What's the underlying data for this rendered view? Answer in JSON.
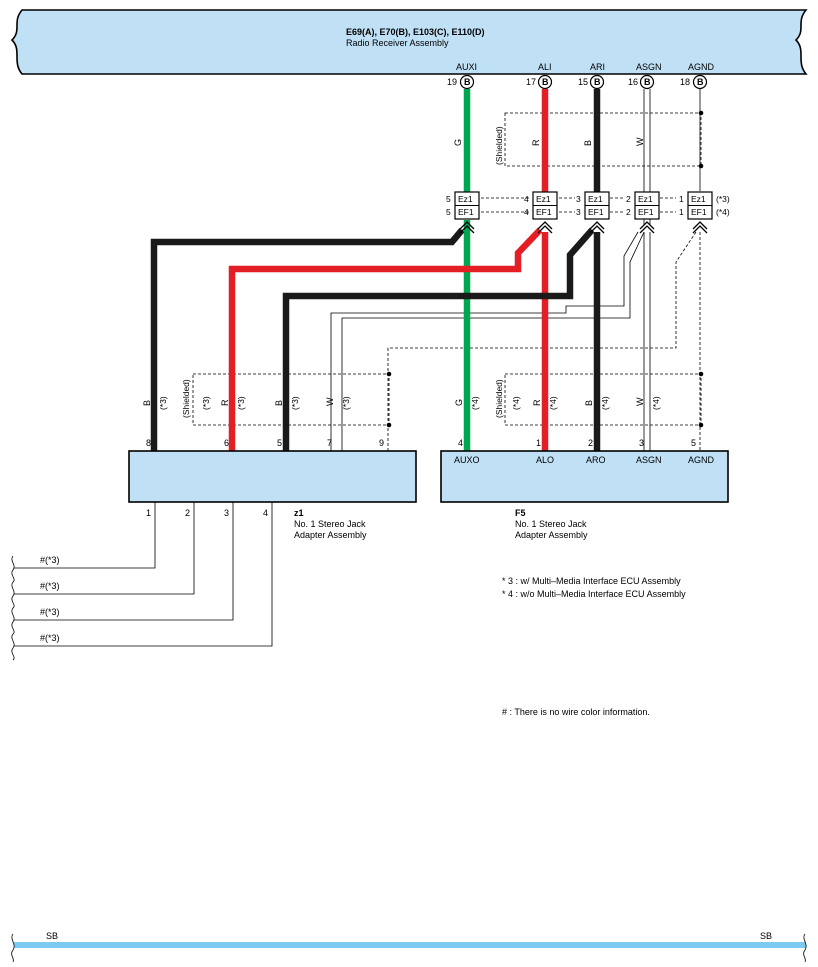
{
  "title": "E69(A), E70(B), E103(C), E110(D)",
  "subtitle": "Radio Receiver Assembly",
  "radio_pins": [
    {
      "name": "AUXI",
      "num": "19",
      "conn": "B"
    },
    {
      "name": "ALI",
      "num": "17",
      "conn": "B"
    },
    {
      "name": "ARI",
      "num": "15",
      "conn": "B"
    },
    {
      "name": "ASGN",
      "num": "16",
      "conn": "B"
    },
    {
      "name": "AGND",
      "num": "18",
      "conn": "B"
    }
  ],
  "upper_wire_colors": [
    "G",
    "R",
    "B",
    "W"
  ],
  "upper_shield_label": "(Shielded)",
  "junctions": [
    {
      "pin_left": "5",
      "pin_right": "5",
      "ez": "Ez1",
      "ef": "EF1"
    },
    {
      "pin_left": "4",
      "pin_right": "4",
      "ez": "Ez1",
      "ef": "EF1"
    },
    {
      "pin_left": "3",
      "pin_right": "3",
      "ez": "Ez1",
      "ef": "EF1"
    },
    {
      "pin_left": "2",
      "pin_right": "2",
      "ez": "Ez1",
      "ef": "EF1"
    },
    {
      "pin_left": "1",
      "pin_right": "1",
      "ez": "Ez1",
      "ef": "EF1"
    }
  ],
  "junction_notes": [
    "(*3)",
    "(*4)"
  ],
  "left_wire_labels": [
    {
      "color": "B",
      "note": "(*3)"
    },
    {
      "color": "R",
      "note": "(*3)"
    },
    {
      "color": "B",
      "note": "(*3)"
    },
    {
      "color": "W",
      "note": "(*3)"
    }
  ],
  "left_shield_label": "(Shielded)",
  "left_shield_note": "(*3)",
  "left_pins_top": [
    "8",
    "6",
    "5",
    "7",
    "9"
  ],
  "left_pins_bottom": [
    "1",
    "2",
    "3",
    "4"
  ],
  "left_component": {
    "code": "z1",
    "line1": "No. 1 Stereo Jack",
    "line2": "Adapter Assembly"
  },
  "right_wire_labels": [
    {
      "color": "G",
      "note": "(*4)"
    },
    {
      "color": "R",
      "note": "(*4)"
    },
    {
      "color": "B",
      "note": "(*4)"
    },
    {
      "color": "W",
      "note": "(*4)"
    }
  ],
  "right_shield_label": "(Shielded)",
  "right_shield_note": "(*4)",
  "right_pins_top": [
    "4",
    "1",
    "2",
    "3",
    "5"
  ],
  "right_pin_names": [
    "AUXO",
    "ALO",
    "ARO",
    "ASGN",
    "AGND"
  ],
  "right_component": {
    "code": "F5",
    "line1": "No. 1 Stereo Jack",
    "line2": "Adapter Assembly"
  },
  "left_branch_labels": [
    "#(*3)",
    "#(*3)",
    "#(*3)",
    "#(*3)"
  ],
  "notes": {
    "note3": "* 3 : w/ Multi–Media Interface ECU Assembly",
    "note4": "* 4 : w/o Multi–Media Interface ECU Assembly",
    "hash": "# : There is no wire color information."
  },
  "footer": {
    "left": "SB",
    "right": "SB"
  },
  "colors": {
    "green": "#00a651",
    "red": "#e31e24",
    "black": "#1a1a1a",
    "box_fill": "#bfe0f5",
    "bar_fill": "#7ecbf1"
  }
}
